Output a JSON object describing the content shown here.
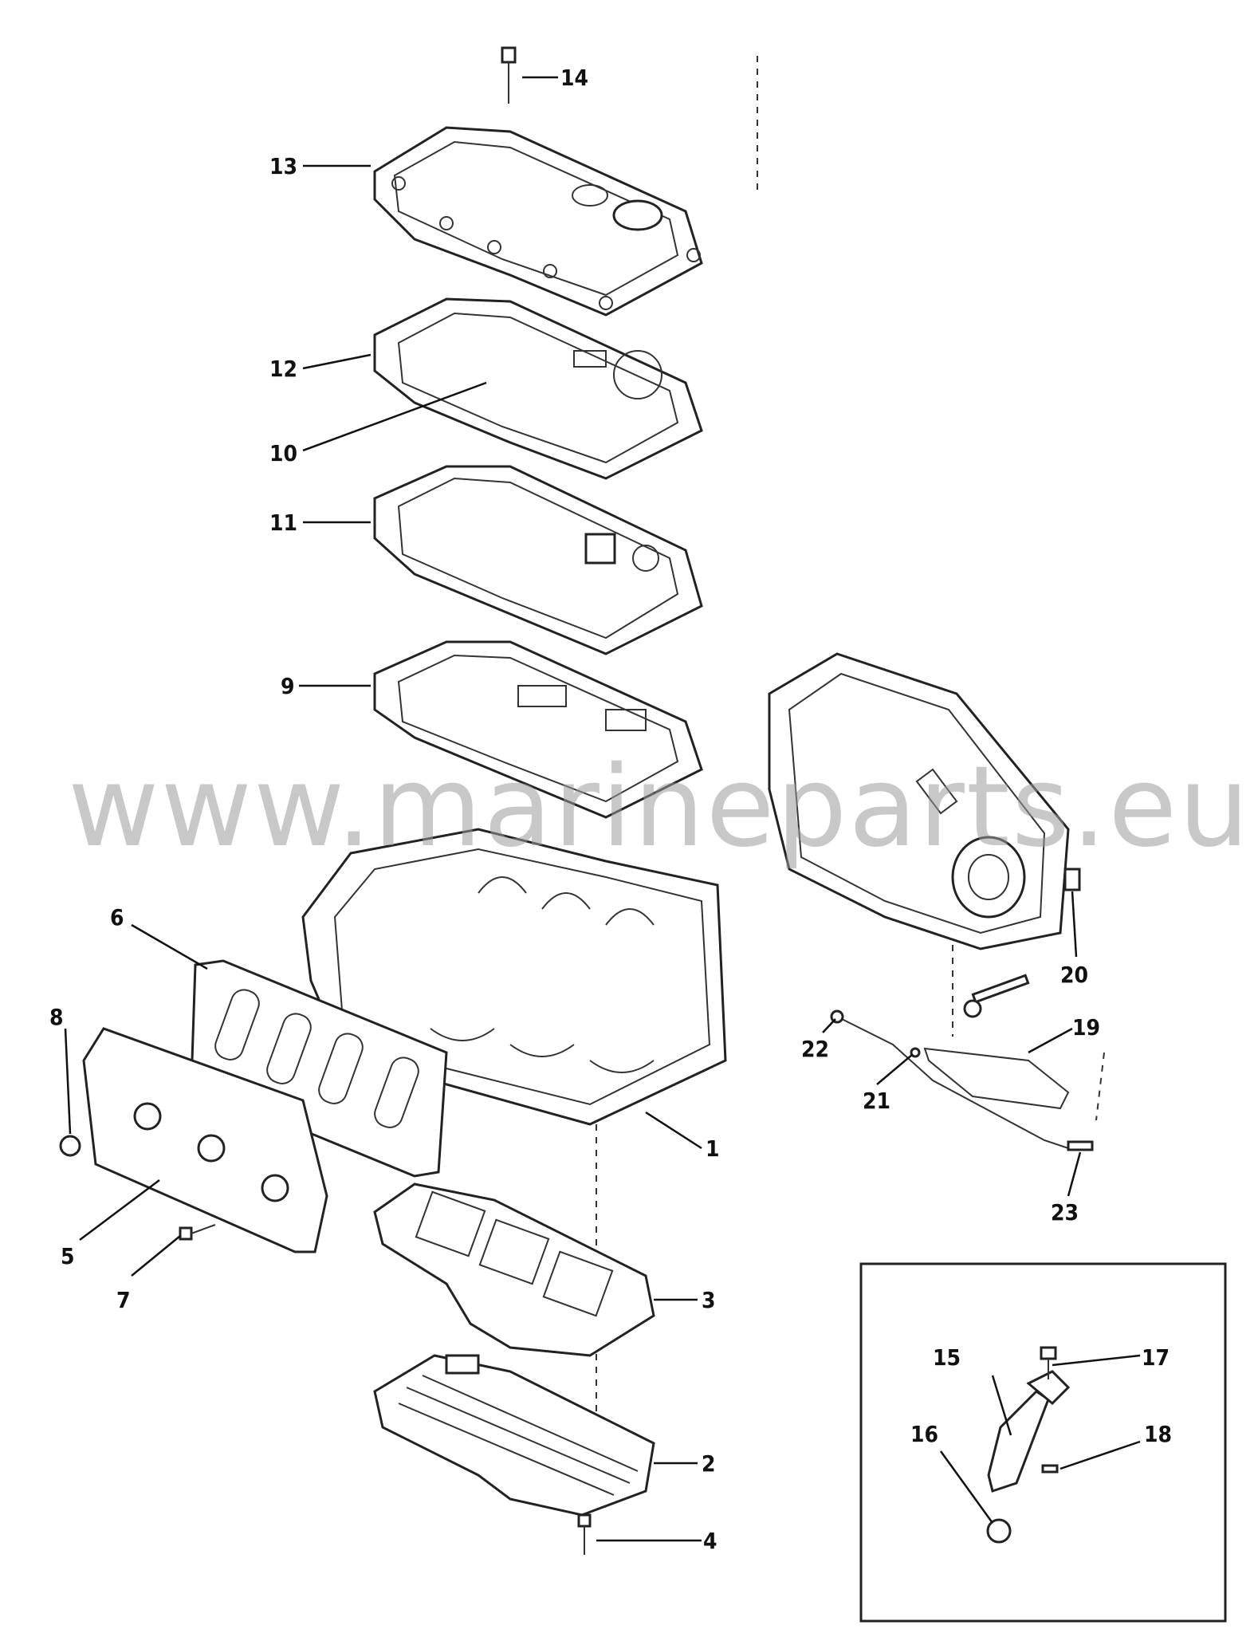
{
  "watermark": "www.marineparts.eu",
  "callouts": [
    {
      "id": "1",
      "label": "1"
    },
    {
      "id": "2",
      "label": "2"
    },
    {
      "id": "3",
      "label": "3"
    },
    {
      "id": "4",
      "label": "4"
    },
    {
      "id": "5",
      "label": "5"
    },
    {
      "id": "6",
      "label": "6"
    },
    {
      "id": "7",
      "label": "7"
    },
    {
      "id": "8",
      "label": "8"
    },
    {
      "id": "9",
      "label": "9"
    },
    {
      "id": "10",
      "label": "10"
    },
    {
      "id": "11",
      "label": "11"
    },
    {
      "id": "12",
      "label": "12"
    },
    {
      "id": "13",
      "label": "13"
    },
    {
      "id": "14",
      "label": "14"
    },
    {
      "id": "15",
      "label": "15"
    },
    {
      "id": "16",
      "label": "16"
    },
    {
      "id": "17",
      "label": "17"
    },
    {
      "id": "18",
      "label": "18"
    },
    {
      "id": "19",
      "label": "19"
    },
    {
      "id": "20",
      "label": "20"
    },
    {
      "id": "21",
      "label": "21"
    },
    {
      "id": "22",
      "label": "22"
    },
    {
      "id": "23",
      "label": "23"
    }
  ]
}
